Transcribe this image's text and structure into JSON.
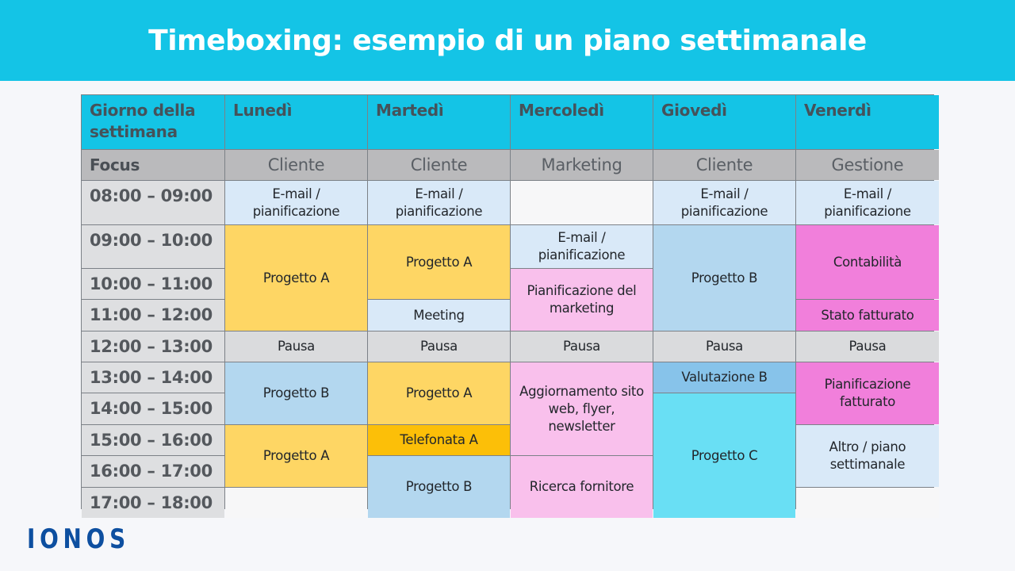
{
  "title": "Timeboxing: esempio di un piano settimanale",
  "header": {
    "corner": "Giorno della settimana",
    "days": [
      "Lunedì",
      "Martedì",
      "Mercoledì",
      "Giovedì",
      "Venerdì"
    ]
  },
  "focus": {
    "label": "Focus",
    "values": [
      "Cliente",
      "Cliente",
      "Marketing",
      "Cliente",
      "Gestione"
    ]
  },
  "times": [
    "08:00 – 09:00",
    "09:00 – 10:00",
    "10:00 – 11:00",
    "11:00 – 12:00",
    "12:00 – 13:00",
    "13:00 – 14:00",
    "14:00 – 15:00",
    "15:00 – 16:00",
    "16:00 – 17:00",
    "17:00 – 18:00"
  ],
  "blocks": {
    "mon": [
      "E-mail / pianificazione",
      "Progetto A",
      "Pausa",
      "Progetto B",
      "Progetto A",
      ""
    ],
    "tue": [
      "E-mail / pianificazione",
      "Progetto A",
      "Meeting",
      "Pausa",
      "Progetto A",
      "Telefonata A",
      "Progetto B"
    ],
    "wed": [
      "",
      "E-mail / pianificazione",
      "Pianificazione del marketing",
      "Pausa",
      "Aggiornamento sito web, flyer, newsletter",
      "Ricerca fornitore"
    ],
    "thu": [
      "E-mail / pianificazione",
      "Progetto B",
      "Pausa",
      "Valutazione B",
      "Progetto C"
    ],
    "fri": [
      "E-mail / pianificazione",
      "Contabilità",
      "Stato fatturato",
      "Pausa",
      "Pianificazione fatturato",
      "Altro / piano settimanale",
      ""
    ]
  },
  "colors": {
    "banner": "#14c4e6",
    "email": "#d9e9f8",
    "progetto_a": "#fed664",
    "telefonata": "#fcbf08",
    "progetto_b": "#b3d7ef",
    "progetto_c": "#69dff4",
    "valutazione": "#87c3ea",
    "marketing": "#f9c0ec",
    "gestione": "#f17fdb",
    "pausa": "#dadbdd"
  },
  "logo": "IONOS"
}
